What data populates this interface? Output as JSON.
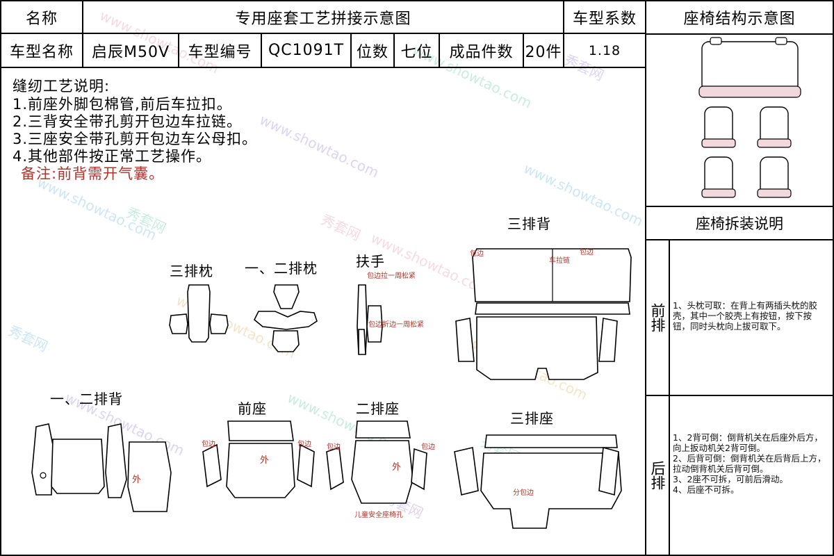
{
  "header": {
    "name_label": "名称",
    "title": "专用座套工艺拼接示意图",
    "coef_label": "车型系数",
    "structure_title": "座椅结构示意图"
  },
  "info": {
    "model_name_label": "车型名称",
    "model_name": "启辰M50V",
    "model_code_label": "车型编号",
    "model_code": "QC1091T",
    "seats_label": "位数",
    "seats": "七位",
    "pieces_label": "成品件数",
    "pieces": "20件",
    "coefficient": "1.18"
  },
  "notes": {
    "title": "缝纫工艺说明:",
    "items": [
      "1.前座外脚包棉管,前后车拉扣。",
      "2.三背安全带孔剪开包边车拉链。",
      "3.三座安全带孔剪开包边车公母扣。",
      "4.其他部件按正常工艺操作。"
    ],
    "remark": "备注:前背需开气囊。"
  },
  "pieces": {
    "third_headrest": "三排枕",
    "first_second_headrest": "一、二排枕",
    "armrest": "扶手",
    "third_back": "三排背",
    "first_second_back": "一、二排背",
    "front_seat": "前座",
    "second_seat": "二排座",
    "third_seat": "三排座"
  },
  "annotations": {
    "edge": "包边",
    "zip": "车拉链",
    "outer": "外",
    "armrest_top": "包边拉一周松紧",
    "armrest_side": "包边折边一周松紧",
    "child_hole": "儿童安全座椅孔",
    "split_edge": "分包边"
  },
  "disassembly": {
    "title": "座椅拆装说明",
    "front_label": "前排",
    "front_text": "1、头枕可取：在背上有两插头枕的胶壳，其中一个胶壳上有按钮，按下按钮，同时头枕向上拔可取下。",
    "rear_label": "后排",
    "rear_items": [
      "1、2背可倒：倒背机关在后座外后方，向上扳动机关2背可倒。",
      "2、后背可倒：倒背机关在后背后上方，拉动倒背机关后背可倒。",
      "3、2座不可拆，可前后滑动。",
      "4、后座不可拆。"
    ]
  },
  "watermark": {
    "cn": "秀套网",
    "url": "www.showtao.com"
  }
}
